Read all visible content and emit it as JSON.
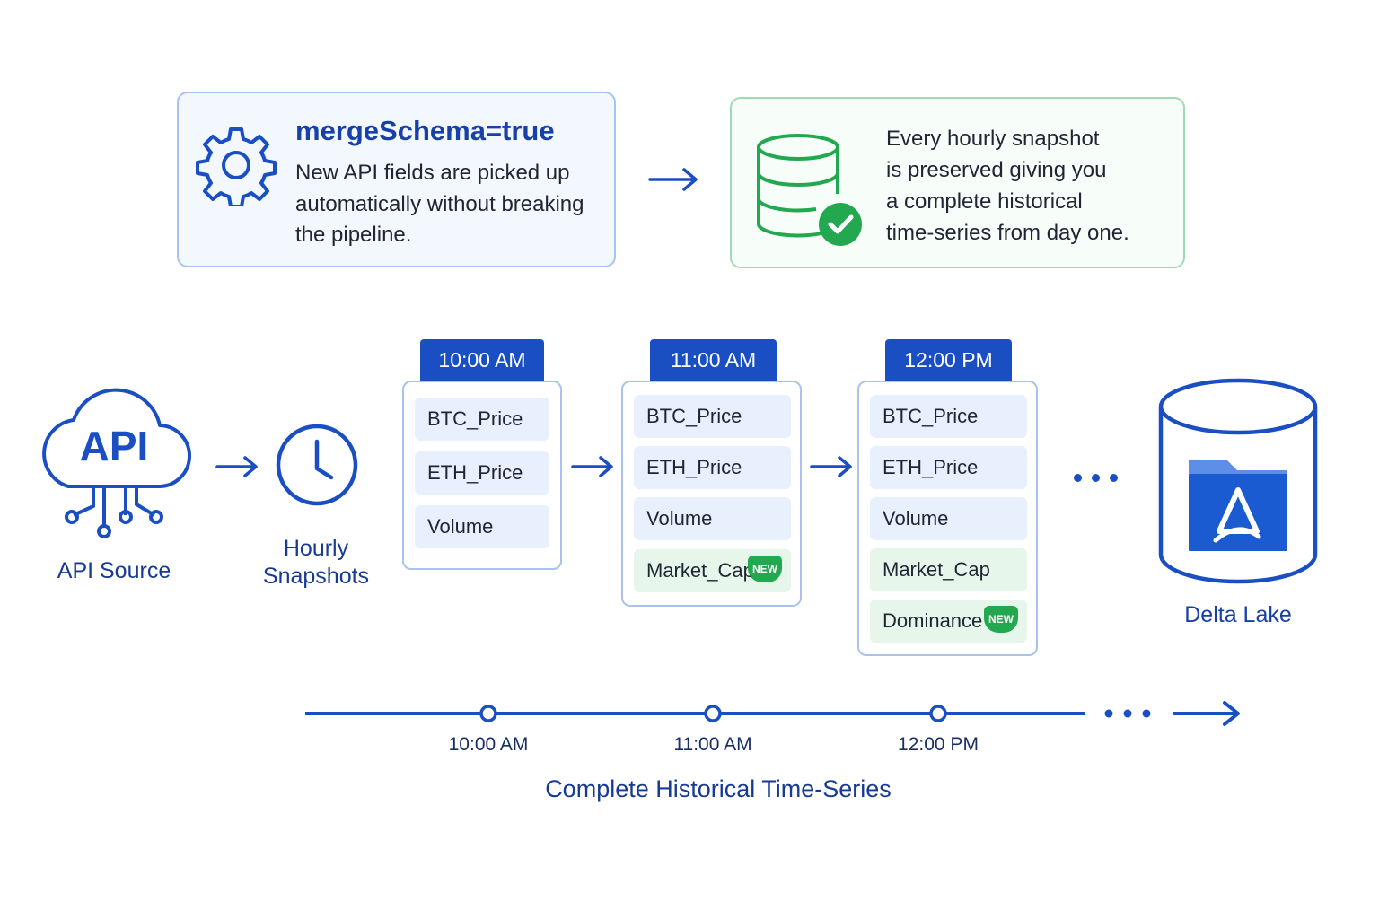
{
  "merge_card": {
    "title": "mergeSchema=true",
    "lines": [
      "New API fields are picked up",
      "automatically without breaking",
      "the pipeline."
    ]
  },
  "history_card": {
    "lines": [
      "Every hourly snapshot",
      "is preserved giving you",
      "a complete historical",
      "time-series from day one."
    ]
  },
  "source": {
    "icon_text": "API",
    "label": "API Source"
  },
  "snapshots_label": [
    "Hourly",
    "Snapshots"
  ],
  "snapshots": [
    {
      "time": "10:00 AM",
      "fields": [
        "BTC_Price",
        "ETH_Price",
        "Volume"
      ]
    },
    {
      "time": "11:00 AM",
      "fields": [
        "BTC_Price",
        "ETH_Price",
        "Volume",
        "Market_Cap"
      ],
      "new_field": "Market_Cap"
    },
    {
      "time": "12:00 PM",
      "fields": [
        "BTC_Price",
        "ETH_Price",
        "Volume",
        "Market_Cap",
        "Dominance"
      ],
      "new_field": "Dominance"
    }
  ],
  "badge_text": "NEW",
  "destination": {
    "label": "Delta Lake"
  },
  "timeline": {
    "ticks": [
      "10:00 AM",
      "11:00 AM",
      "12:00 PM"
    ],
    "caption": "Complete Historical Time-Series"
  },
  "colors": {
    "primary": "#1a4fc4",
    "accent_green": "#22a84f",
    "field_blue": "#e8effd",
    "field_green": "#e6f6ea"
  },
  "icons": [
    "gear-icon",
    "database-check-icon",
    "cloud-api-icon",
    "clock-icon",
    "delta-lake-cylinder-icon",
    "arrow-icon",
    "ellipsis-icon"
  ]
}
